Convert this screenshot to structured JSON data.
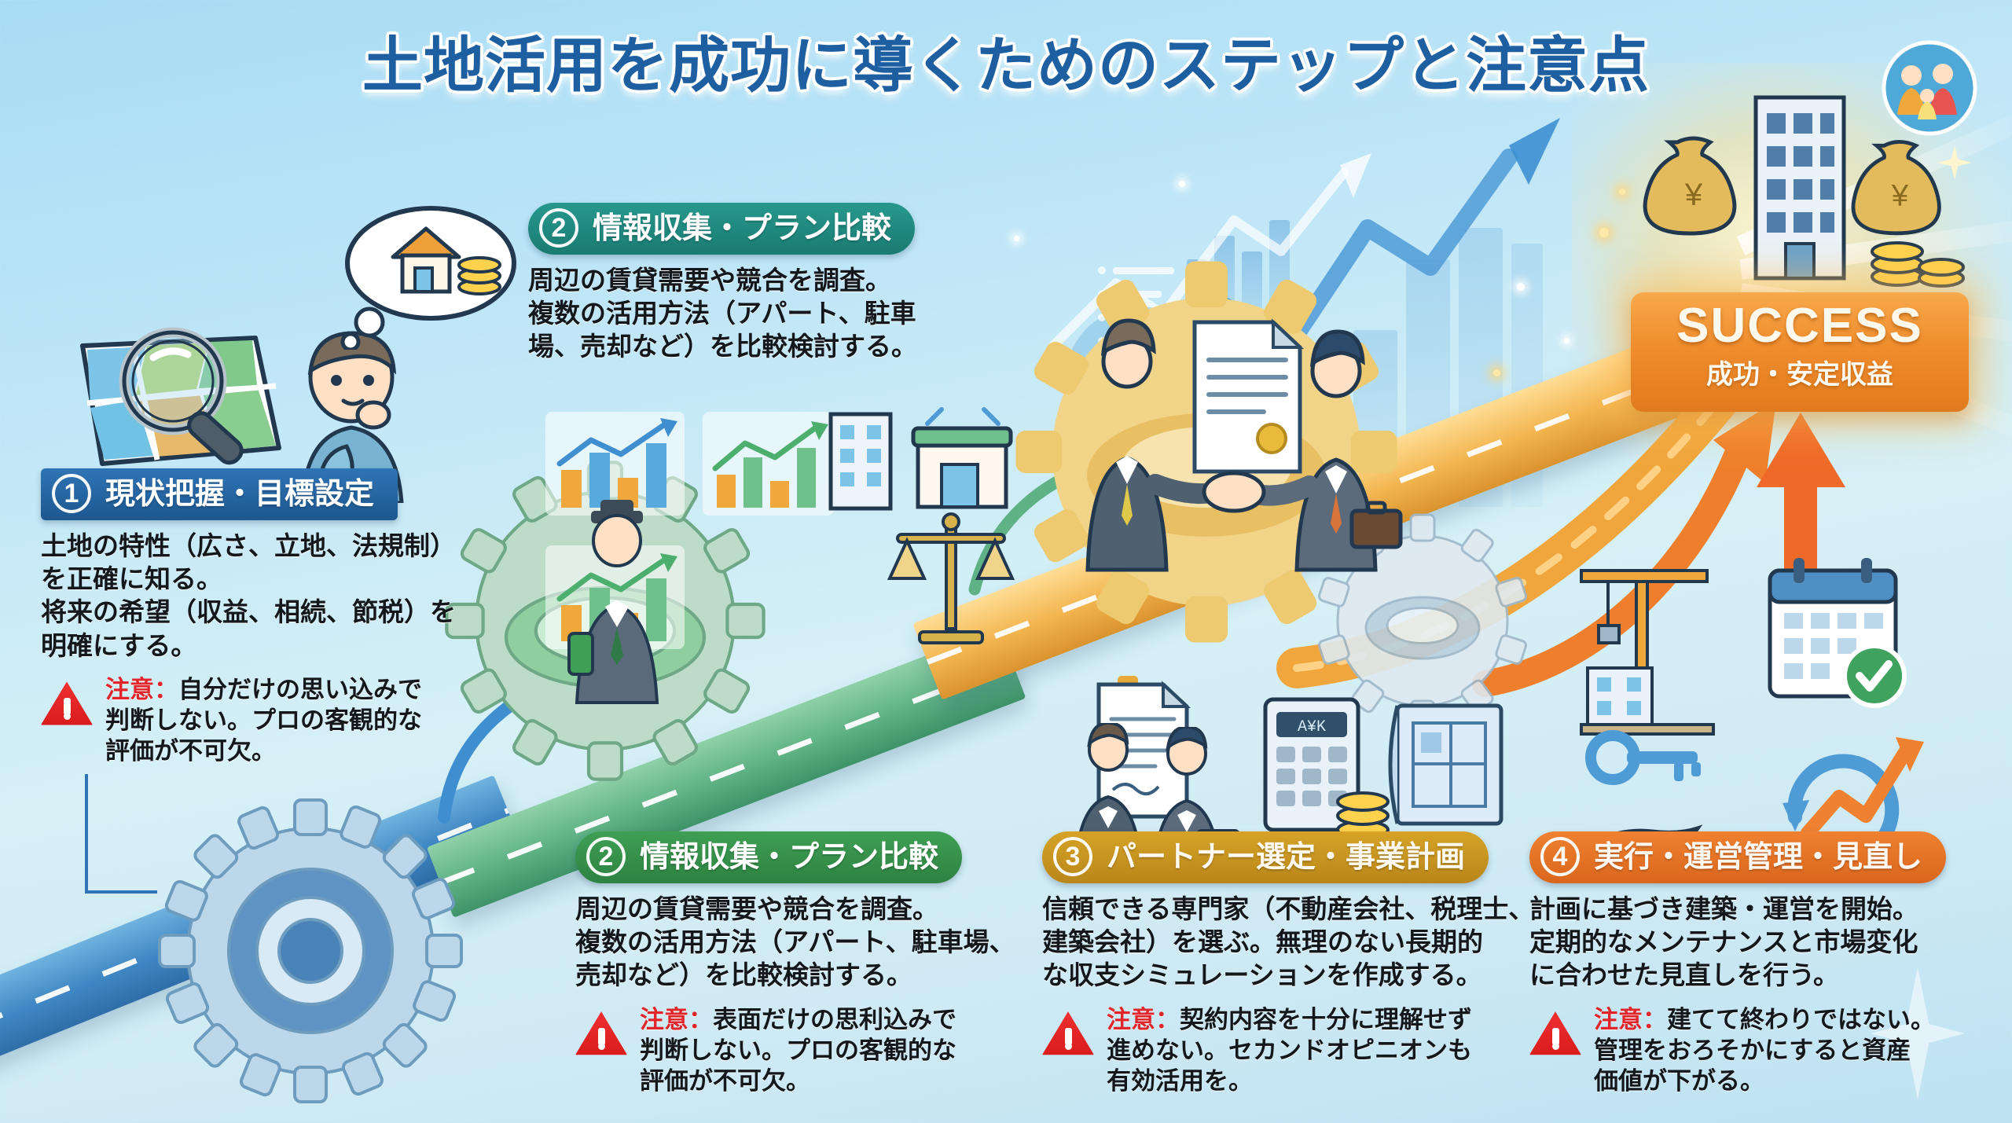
{
  "title": "土地活用を成功に導くためのステップと注意点",
  "success": {
    "label_en": "SUCCESS",
    "label_jp": "成功・安定収益"
  },
  "warn_lead": "注意：",
  "steps": [
    {
      "number": "1",
      "label": "現状把握・目標設定",
      "body": [
        "土地の特性（広さ、立地、法規制）",
        "を正確に知る。",
        "将来の希望（収益、相続、節税）を",
        "明確にする。"
      ],
      "warning": [
        "自分だけの思い込みで",
        "判断しない。プロの客観的な",
        "評価が不可欠。"
      ],
      "color": "#2f74b5"
    },
    {
      "number": "2",
      "label": "情報収集・プラン比較",
      "body": [
        "周辺の賃貸需要や競合を調査。",
        "複数の活用方法（アパート、駐車",
        "場、売却など）を比較検討する。"
      ],
      "warning": [],
      "color": "#27988d"
    },
    {
      "number": "2",
      "label": "情報収集・プラン比較",
      "body": [
        "周辺の賃貸需要や競合を調査。",
        "複数の活用方法（アパート、駐車場、",
        "売却など）を比較検討する。"
      ],
      "warning": [
        "表面だけの思利込みで",
        "判断しない。プロの客観的な",
        "評価が不可欠。"
      ],
      "color": "#3f9f54"
    },
    {
      "number": "3",
      "label": "パートナー選定・事業計画",
      "body": [
        "信頼できる専門家（不動産会社、税理士、",
        "建築会社）を選ぶ。無理のない長期的",
        "な収支シミュレーションを作成する。"
      ],
      "warning": [
        "契約内容を十分に理解せず",
        "進めない。セカンドオピニオンも",
        "有効活用を。"
      ],
      "color": "#d6a327"
    },
    {
      "number": "4",
      "label": "実行・運営管理・見直し",
      "body": [
        "計画に基づき建築・運営を開始。",
        "定期的なメンテナンスと市場変化",
        "に合わせた見直しを行う。"
      ],
      "warning": [
        "建てて終わりではない。",
        "管理をおろそかにすると資産",
        "価値が下がる。"
      ],
      "color": "#ef8130"
    }
  ],
  "icons": {
    "map_magnifier": "map-magnifier-icon",
    "thinking_person": "thinking-person-icon",
    "thought_house": "thought-bubble-house-icon",
    "bar_chart_up": "bar-chart-up-icon",
    "line_chart_up": "line-chart-up-icon",
    "building": "building-icon",
    "shop": "shop-icon",
    "scales": "balance-scales-icon",
    "businessman": "businessman-icon",
    "handshake": "handshake-icon",
    "contract": "contract-document-icon",
    "calculator": "calculator-coins-icon",
    "blueprint": "blueprint-icon",
    "crane": "construction-crane-icon",
    "calendar_check": "calendar-check-icon",
    "key_hand": "key-in-hand-icon",
    "refresh_growth": "refresh-growth-arrow-icon",
    "money_bag": "money-bag-icon",
    "coins": "coin-stack-icon",
    "apartment": "apartment-building-icon",
    "family": "family-icon",
    "gear": "gear-icon",
    "warning": "warning-triangle-icon",
    "arrow_up": "arrow-up-icon"
  },
  "colors": {
    "background_top": "#a8dcf5",
    "background_bottom": "#bde2f2",
    "title": "#1d5fa0",
    "road_blue": "#3f87c4",
    "road_green": "#5fb286",
    "road_gold": "#f2b44e",
    "success": "#ef8c2c",
    "warning_red": "#e0262b"
  }
}
